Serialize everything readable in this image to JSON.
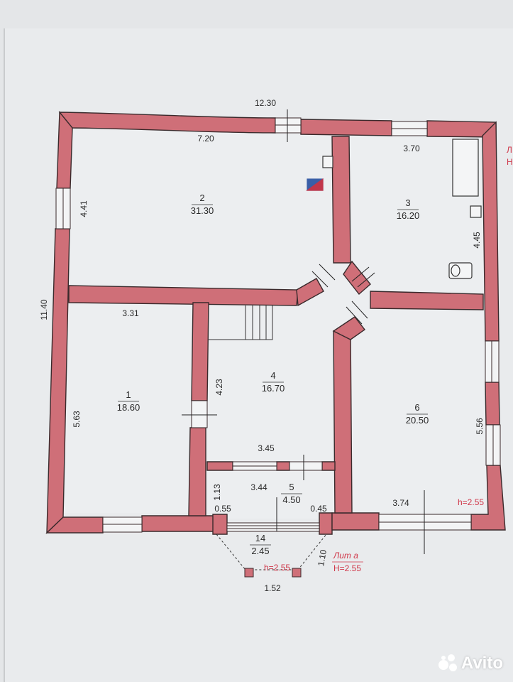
{
  "dimensions": {
    "overall_width": "12.30",
    "overall_height": "11.40",
    "top_left_width": "7.20",
    "top_right_width": "3.70",
    "left_upper_height": "4.41",
    "right_upper_height": "4.45",
    "room1_width": "3.31",
    "room1_height": "5.63",
    "room4_height": "4.23",
    "room4_width": "3.45",
    "room5_width": "3.44",
    "room5_height": "1.13",
    "entry_left": "0.55",
    "entry_right": "0.45",
    "room6_width": "3.74",
    "room6_height": "5.56",
    "porch_side": "1.10",
    "porch_width": "1.52"
  },
  "rooms": [
    {
      "number": "1",
      "area": "18.60"
    },
    {
      "number": "2",
      "area": "31.30"
    },
    {
      "number": "3",
      "area": "16.20"
    },
    {
      "number": "4",
      "area": "16.70"
    },
    {
      "number": "5",
      "area": "4.50"
    },
    {
      "number": "6",
      "area": "20.50"
    },
    {
      "number": "14",
      "area": "2.45"
    }
  ],
  "annotations": {
    "height_room6": "h=2.55",
    "porch_height": "h=2.55",
    "lit_label": "Лит а",
    "lit_height": "H=2.55",
    "edge_line1": "Л",
    "edge_line2": "Н"
  },
  "watermark": {
    "text": "Avito"
  },
  "colors": {
    "wall": "#cf6f78",
    "wall_stroke": "#3a2a2c",
    "paper": "#e8eaec",
    "annotation_red": "#d0384a"
  }
}
